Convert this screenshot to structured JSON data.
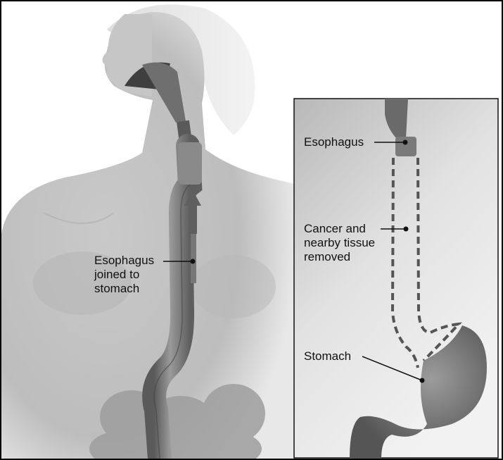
{
  "labels": {
    "main_line1": "Esophagus",
    "main_line2": "joined to",
    "main_line3": "stomach",
    "inset_esophagus": "Esophagus",
    "inset_removed_line1": "Cancer and",
    "inset_removed_line2": "nearby tissue",
    "inset_removed_line3": "removed",
    "inset_stomach": "Stomach"
  },
  "colors": {
    "body_shade": "#bdbdbd",
    "organ": "#7f7f7f",
    "organ_dark": "#555555",
    "dashed_outline": "#555555",
    "inset_background": "#cfcfcf",
    "border": "#000000"
  },
  "icons": {
    "direction_arrow": "up-arrow-icon"
  }
}
